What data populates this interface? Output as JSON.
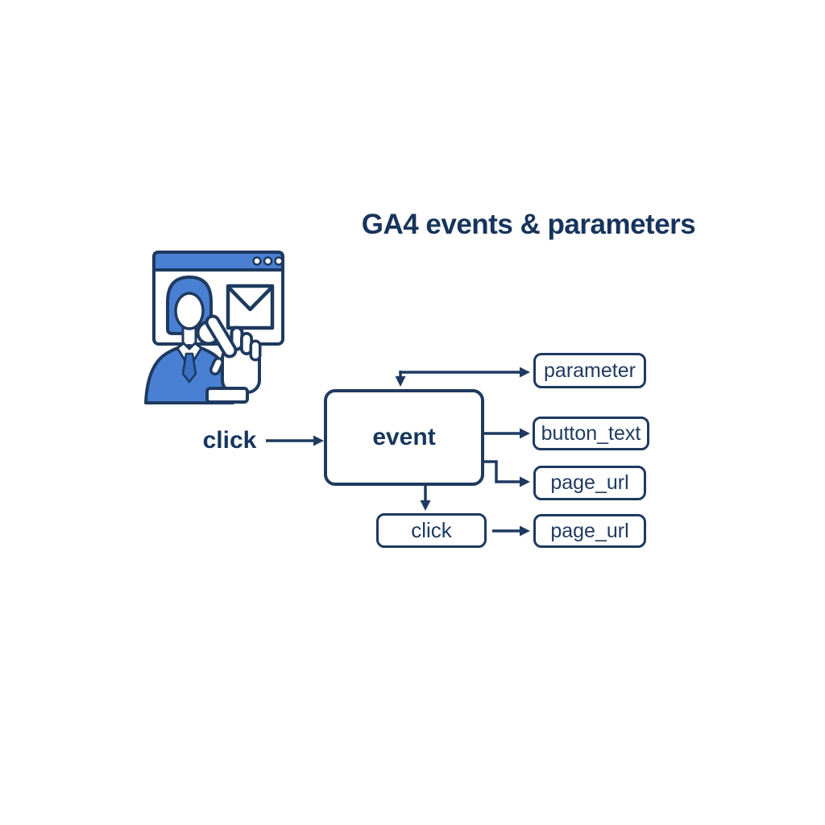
{
  "title": "GA4 events & parameters",
  "colors": {
    "navy_outline": "#1e3a5f",
    "title_navy": "#16345c",
    "accent_blue": "#4a80d4",
    "tie_blue": "#3a6fc4",
    "background": "#ffffff"
  },
  "flow": {
    "trigger_label": "click",
    "event_node": "event",
    "event_child_node": "click",
    "parameter_nodes": [
      "parameter",
      "button_text",
      "page_url",
      "page_url"
    ]
  },
  "illustration": {
    "name": "browser-user-click-illustration",
    "window_dots_count": 3,
    "icons": [
      "browser-window",
      "woman-user-icon",
      "envelope-icon",
      "hand-cursor-icon",
      "click-button-circle"
    ]
  }
}
